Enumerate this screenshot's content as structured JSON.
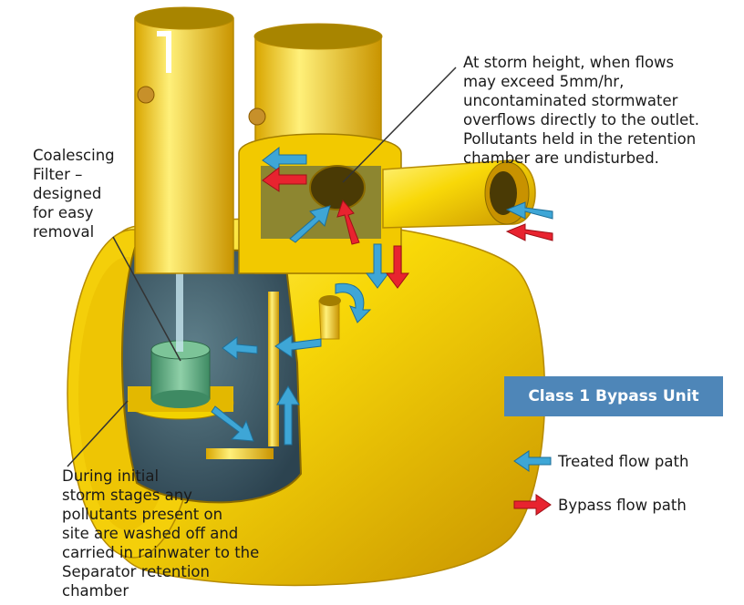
{
  "callouts": {
    "storm_height": "At storm height, when flows\nmay exceed 5mm/hr,\nuncontaminated stormwater\noverflows directly to the outlet.\nPollutants held in the retention\nchamber are undisturbed.",
    "coalescing_filter": "Coalescing\nFilter –\ndesigned\nfor easy\nremoval",
    "initial_storm": "During initial\nstorm stages any\npollutants present on\nsite are washed off and\ncarried in rainwater to the\nSeparator retention\nchamber"
  },
  "unit_title": "Class 1 Bypass Unit",
  "legend": [
    {
      "label": "Treated flow path",
      "color": "#3ea6d6"
    },
    {
      "label": "Bypass flow path",
      "color": "#e8232f"
    }
  ],
  "colors": {
    "body_yellow": "#f5d100",
    "interior_dark": "#3d5866",
    "title_box": "#4e86b8",
    "treated_arrow": "#3ea6d6",
    "bypass_arrow": "#e8232f"
  }
}
